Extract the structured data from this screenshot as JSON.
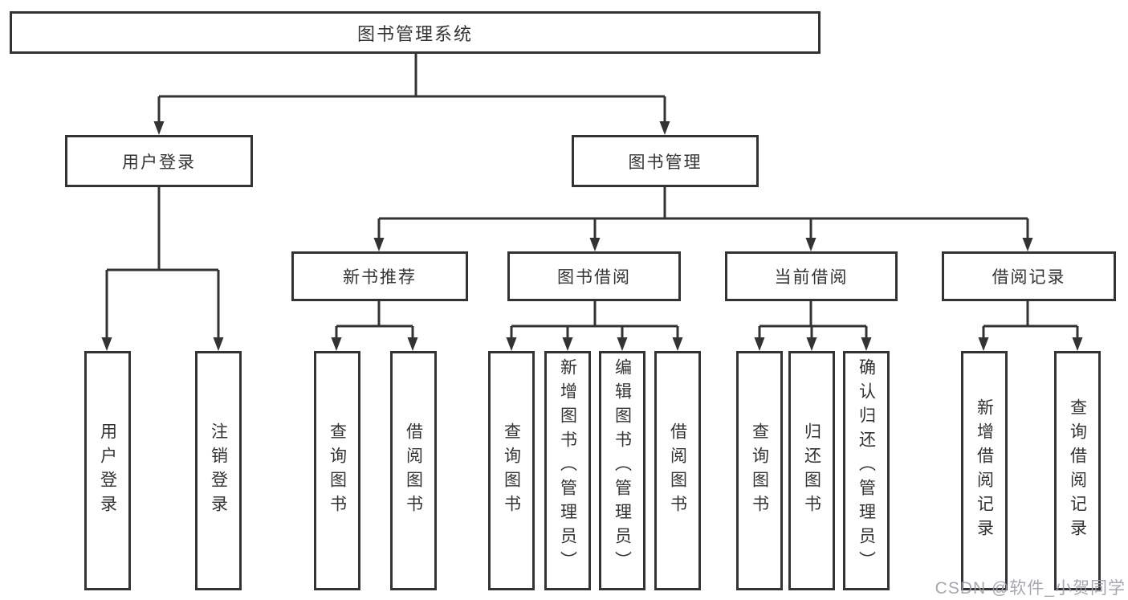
{
  "diagram": {
    "root": {
      "label": "图书管理系统"
    },
    "branches": [
      {
        "label": "用户登录",
        "children": [
          {
            "label": "用户登录"
          },
          {
            "label": "注销登录"
          }
        ]
      },
      {
        "label": "图书管理",
        "children": [
          {
            "label": "新书推荐",
            "children": [
              {
                "label": "查询图书"
              },
              {
                "label": "借阅图书"
              }
            ]
          },
          {
            "label": "图书借阅",
            "children": [
              {
                "label": "查询图书"
              },
              {
                "label": "新增图书（管理员）"
              },
              {
                "label": "编辑图书（管理员）"
              },
              {
                "label": "借阅图书"
              }
            ]
          },
          {
            "label": "当前借阅",
            "children": [
              {
                "label": "查询图书"
              },
              {
                "label": "归还图书"
              },
              {
                "label": "确认归还（管理员）"
              }
            ]
          },
          {
            "label": "借阅记录",
            "children": [
              {
                "label": "新增借阅记录"
              },
              {
                "label": "查询借阅记录"
              }
            ]
          }
        ]
      }
    ]
  },
  "watermark": {
    "text": "CSDN @软件_小贺同学"
  },
  "colors": {
    "line": "#333333",
    "text": "#333333",
    "background": "#ffffff",
    "watermark": "#9d9da8"
  }
}
